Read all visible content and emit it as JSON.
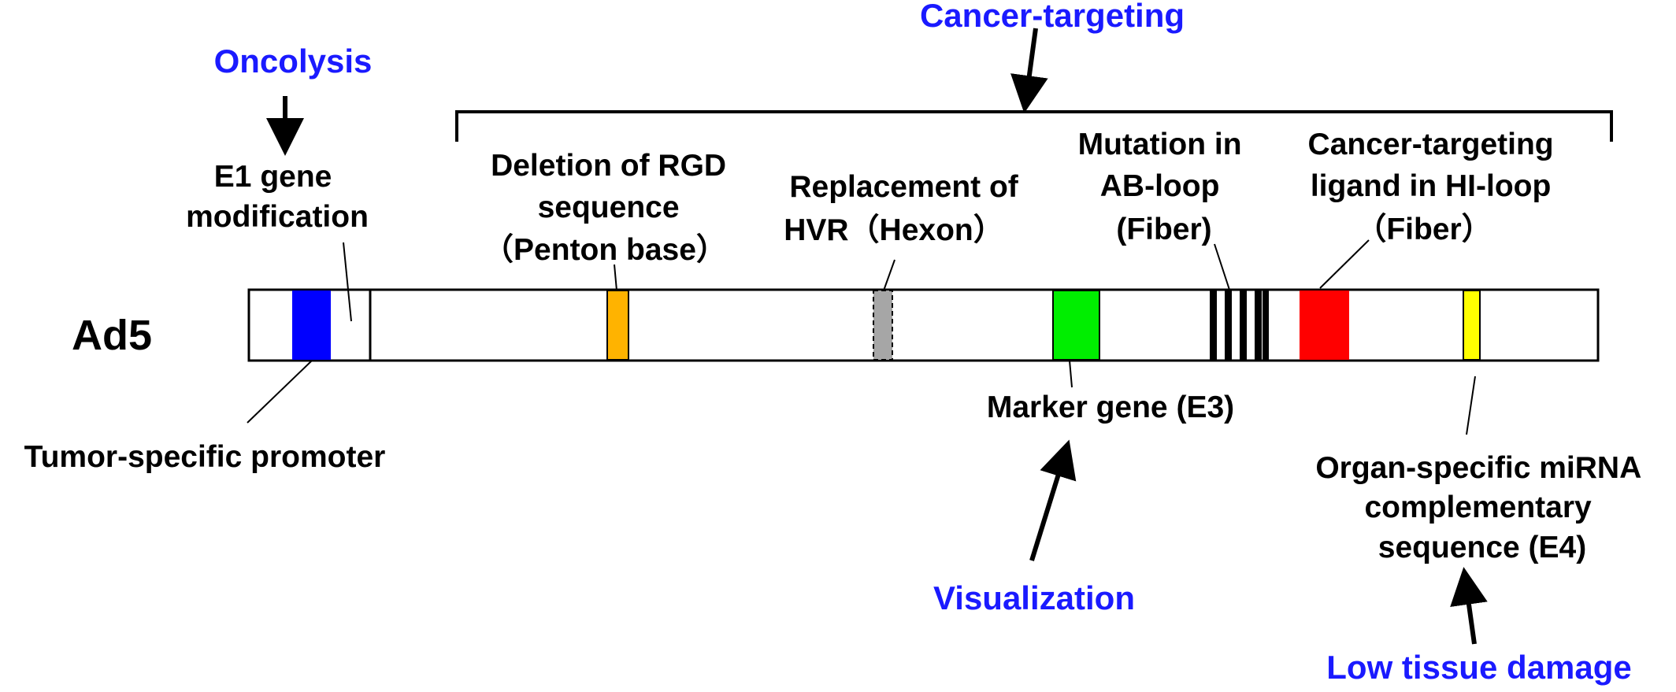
{
  "genome_label": "Ad5",
  "categories": {
    "oncolysis": "Oncolysis",
    "cancer_targeting": "Cancer-targeting",
    "visualization": "Visualization",
    "low_tissue_damage": "Low tissue damage"
  },
  "annotations": {
    "e1": [
      "E1 gene",
      "modification"
    ],
    "rgd": [
      "Deletion of RGD",
      "sequence",
      "（Penton base）"
    ],
    "hvr": [
      "Replacement of",
      "HVR（Hexon）"
    ],
    "ab_loop": [
      "Mutation in",
      "AB-loop",
      "(Fiber)"
    ],
    "hi_loop": [
      "Cancer-targeting",
      "ligand in HI-loop",
      "（Fiber）"
    ],
    "promoter": "Tumor-specific promoter",
    "marker": "Marker gene (E3)",
    "mirna": [
      "Organ-specific miRNA",
      "complementary",
      "sequence (E4)"
    ]
  },
  "colors": {
    "category_text": "#1a1aff",
    "promoter_block": "#0000ff",
    "penton_block": "#ffb300",
    "hexon_block": "#a6a6a6",
    "marker_block": "#00ee00",
    "hi_loop_block": "#ff0000",
    "mirna_block": "#ffff00",
    "ab_loop_stripes": "#000000"
  }
}
